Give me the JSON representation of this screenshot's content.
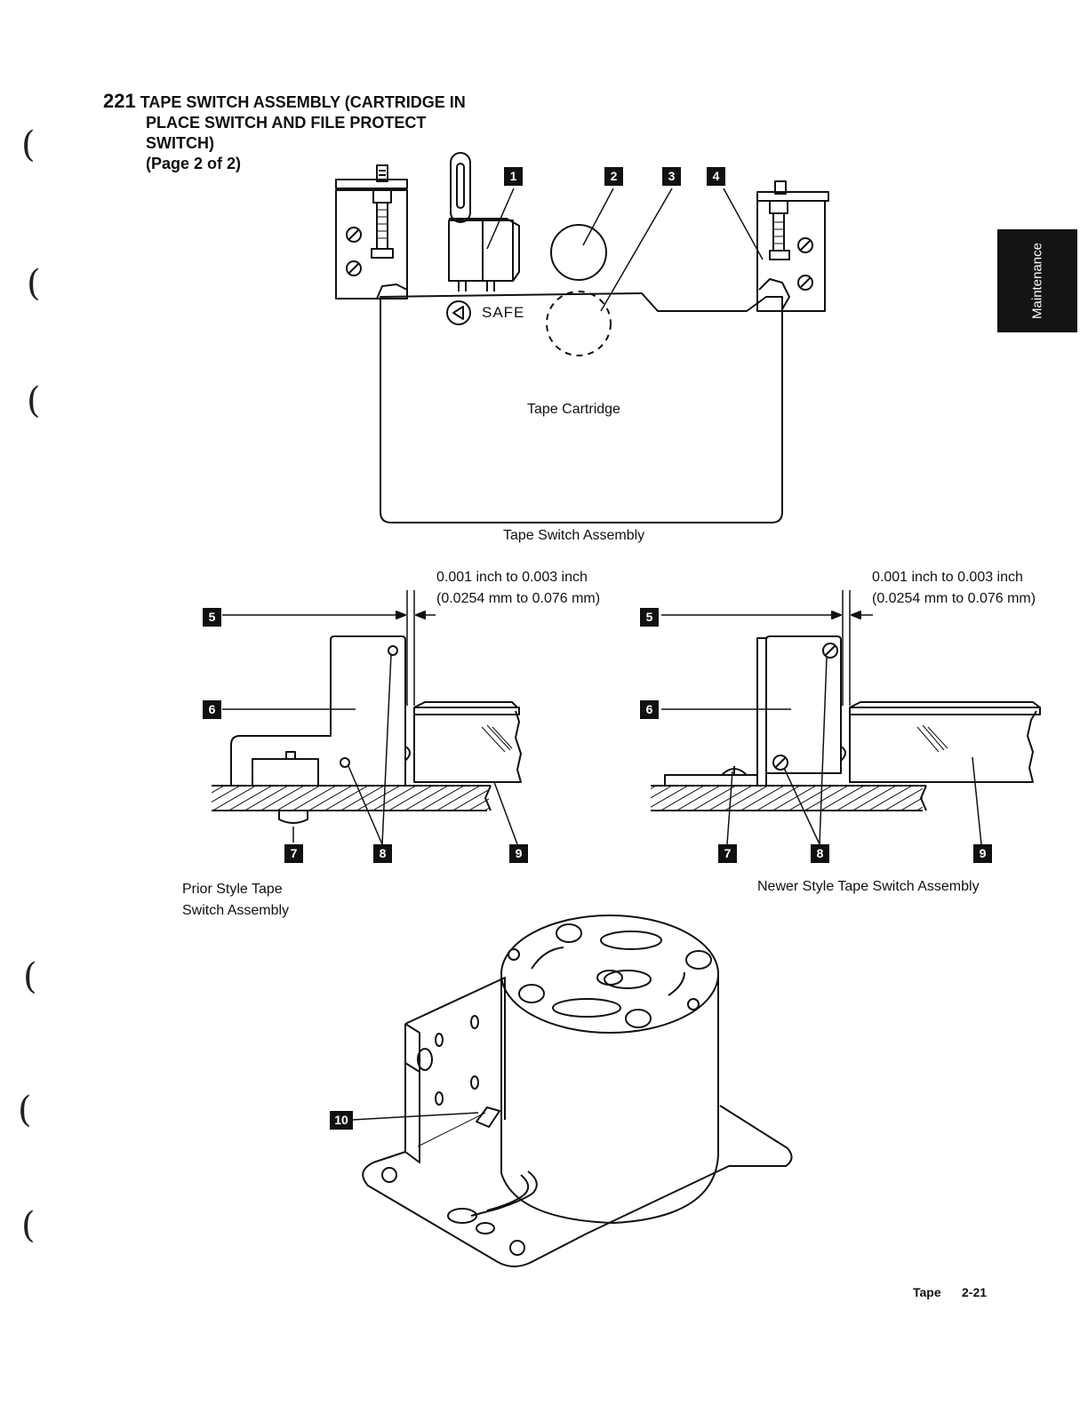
{
  "header": {
    "section_number": "221",
    "title_line1": "TAPE SWITCH ASSEMBLY (CARTRIDGE IN",
    "title_line2": "PLACE SWITCH AND FILE PROTECT",
    "title_line3": "SWITCH)",
    "page_indicator": "(Page 2 of 2)"
  },
  "side_tab": {
    "label": "Maintenance"
  },
  "top_diagram": {
    "safe_label": "SAFE",
    "cartridge_label": "Tape Cartridge",
    "caption": "Tape Switch Assembly",
    "callouts": [
      "1",
      "2",
      "3",
      "4"
    ]
  },
  "prior_diagram": {
    "gap_line1": "0.001 inch to 0.003 inch",
    "gap_line2": "(0.0254 mm to 0.076 mm)",
    "caption_line1": "Prior Style Tape",
    "caption_line2": "Switch Assembly",
    "callouts": [
      "5",
      "6",
      "7",
      "8",
      "9"
    ]
  },
  "newer_diagram": {
    "gap_line1": "0.001 inch to 0.003 inch",
    "gap_line2": "(0.0254 mm to 0.076 mm)",
    "caption": "Newer Style Tape Switch Assembly",
    "callouts": [
      "5",
      "6",
      "7",
      "8",
      "9"
    ]
  },
  "motor_diagram": {
    "callout": "10"
  },
  "footer": {
    "section": "Tape",
    "page": "2-21"
  }
}
